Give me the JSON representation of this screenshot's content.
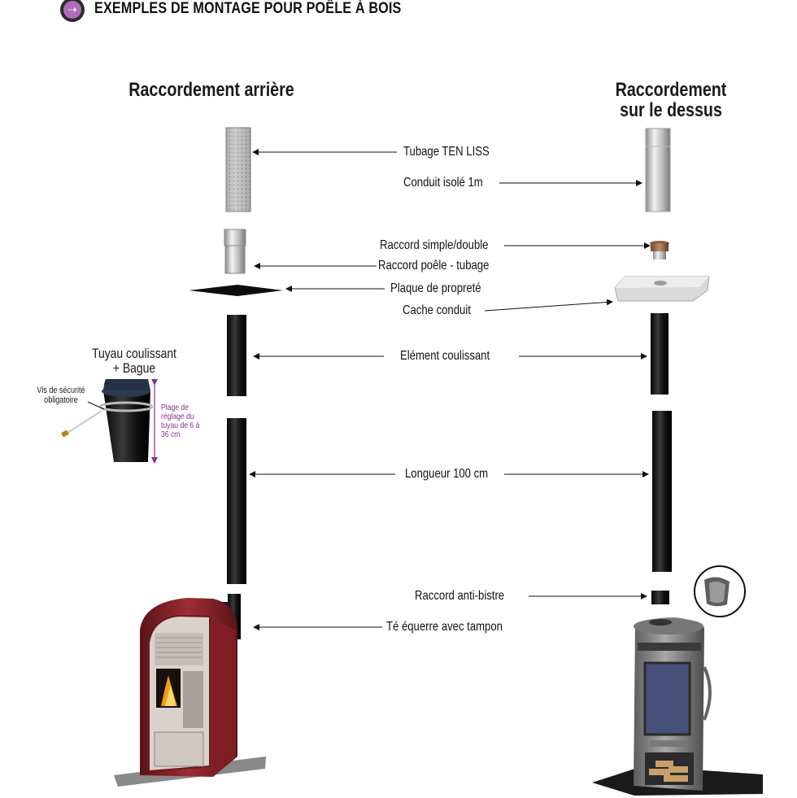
{
  "header": {
    "title": "EXEMPLES DE MONTAGE POUR POÊLE À BOIS",
    "icon": "arrows-icon"
  },
  "columns": {
    "left_title": "Raccordement arrière",
    "right_title_line1": "Raccordement",
    "right_title_line2": "sur le dessus"
  },
  "labels": {
    "tubage": "Tubage TEN LISS",
    "conduit": "Conduit isolé 1m",
    "raccord_simple": "Raccord simple/double",
    "raccord_poele": "Raccord poêle - tubage",
    "plaque": "Plaque de propreté",
    "cache": "Cache conduit",
    "element": "Elément coulissant",
    "longueur": "Longueur 100 cm",
    "anti_bistre": "Raccord anti-bistre",
    "te": "Té équerre avec tampon"
  },
  "inset": {
    "title_line1": "Tuyau coulissant",
    "title_line2": "+ Bague",
    "vis_line1": "Vis de sécurité",
    "vis_line2": "obligatoire",
    "plage_line1": "Plage de",
    "plage_line2": "réglage du",
    "plage_line3": "tuyau de 6 à",
    "plage_line4": "36 cm"
  },
  "colors": {
    "accent_purple": "#8a2d8f",
    "stove_red": "#7a1f24",
    "pipe_black": "#111111"
  }
}
